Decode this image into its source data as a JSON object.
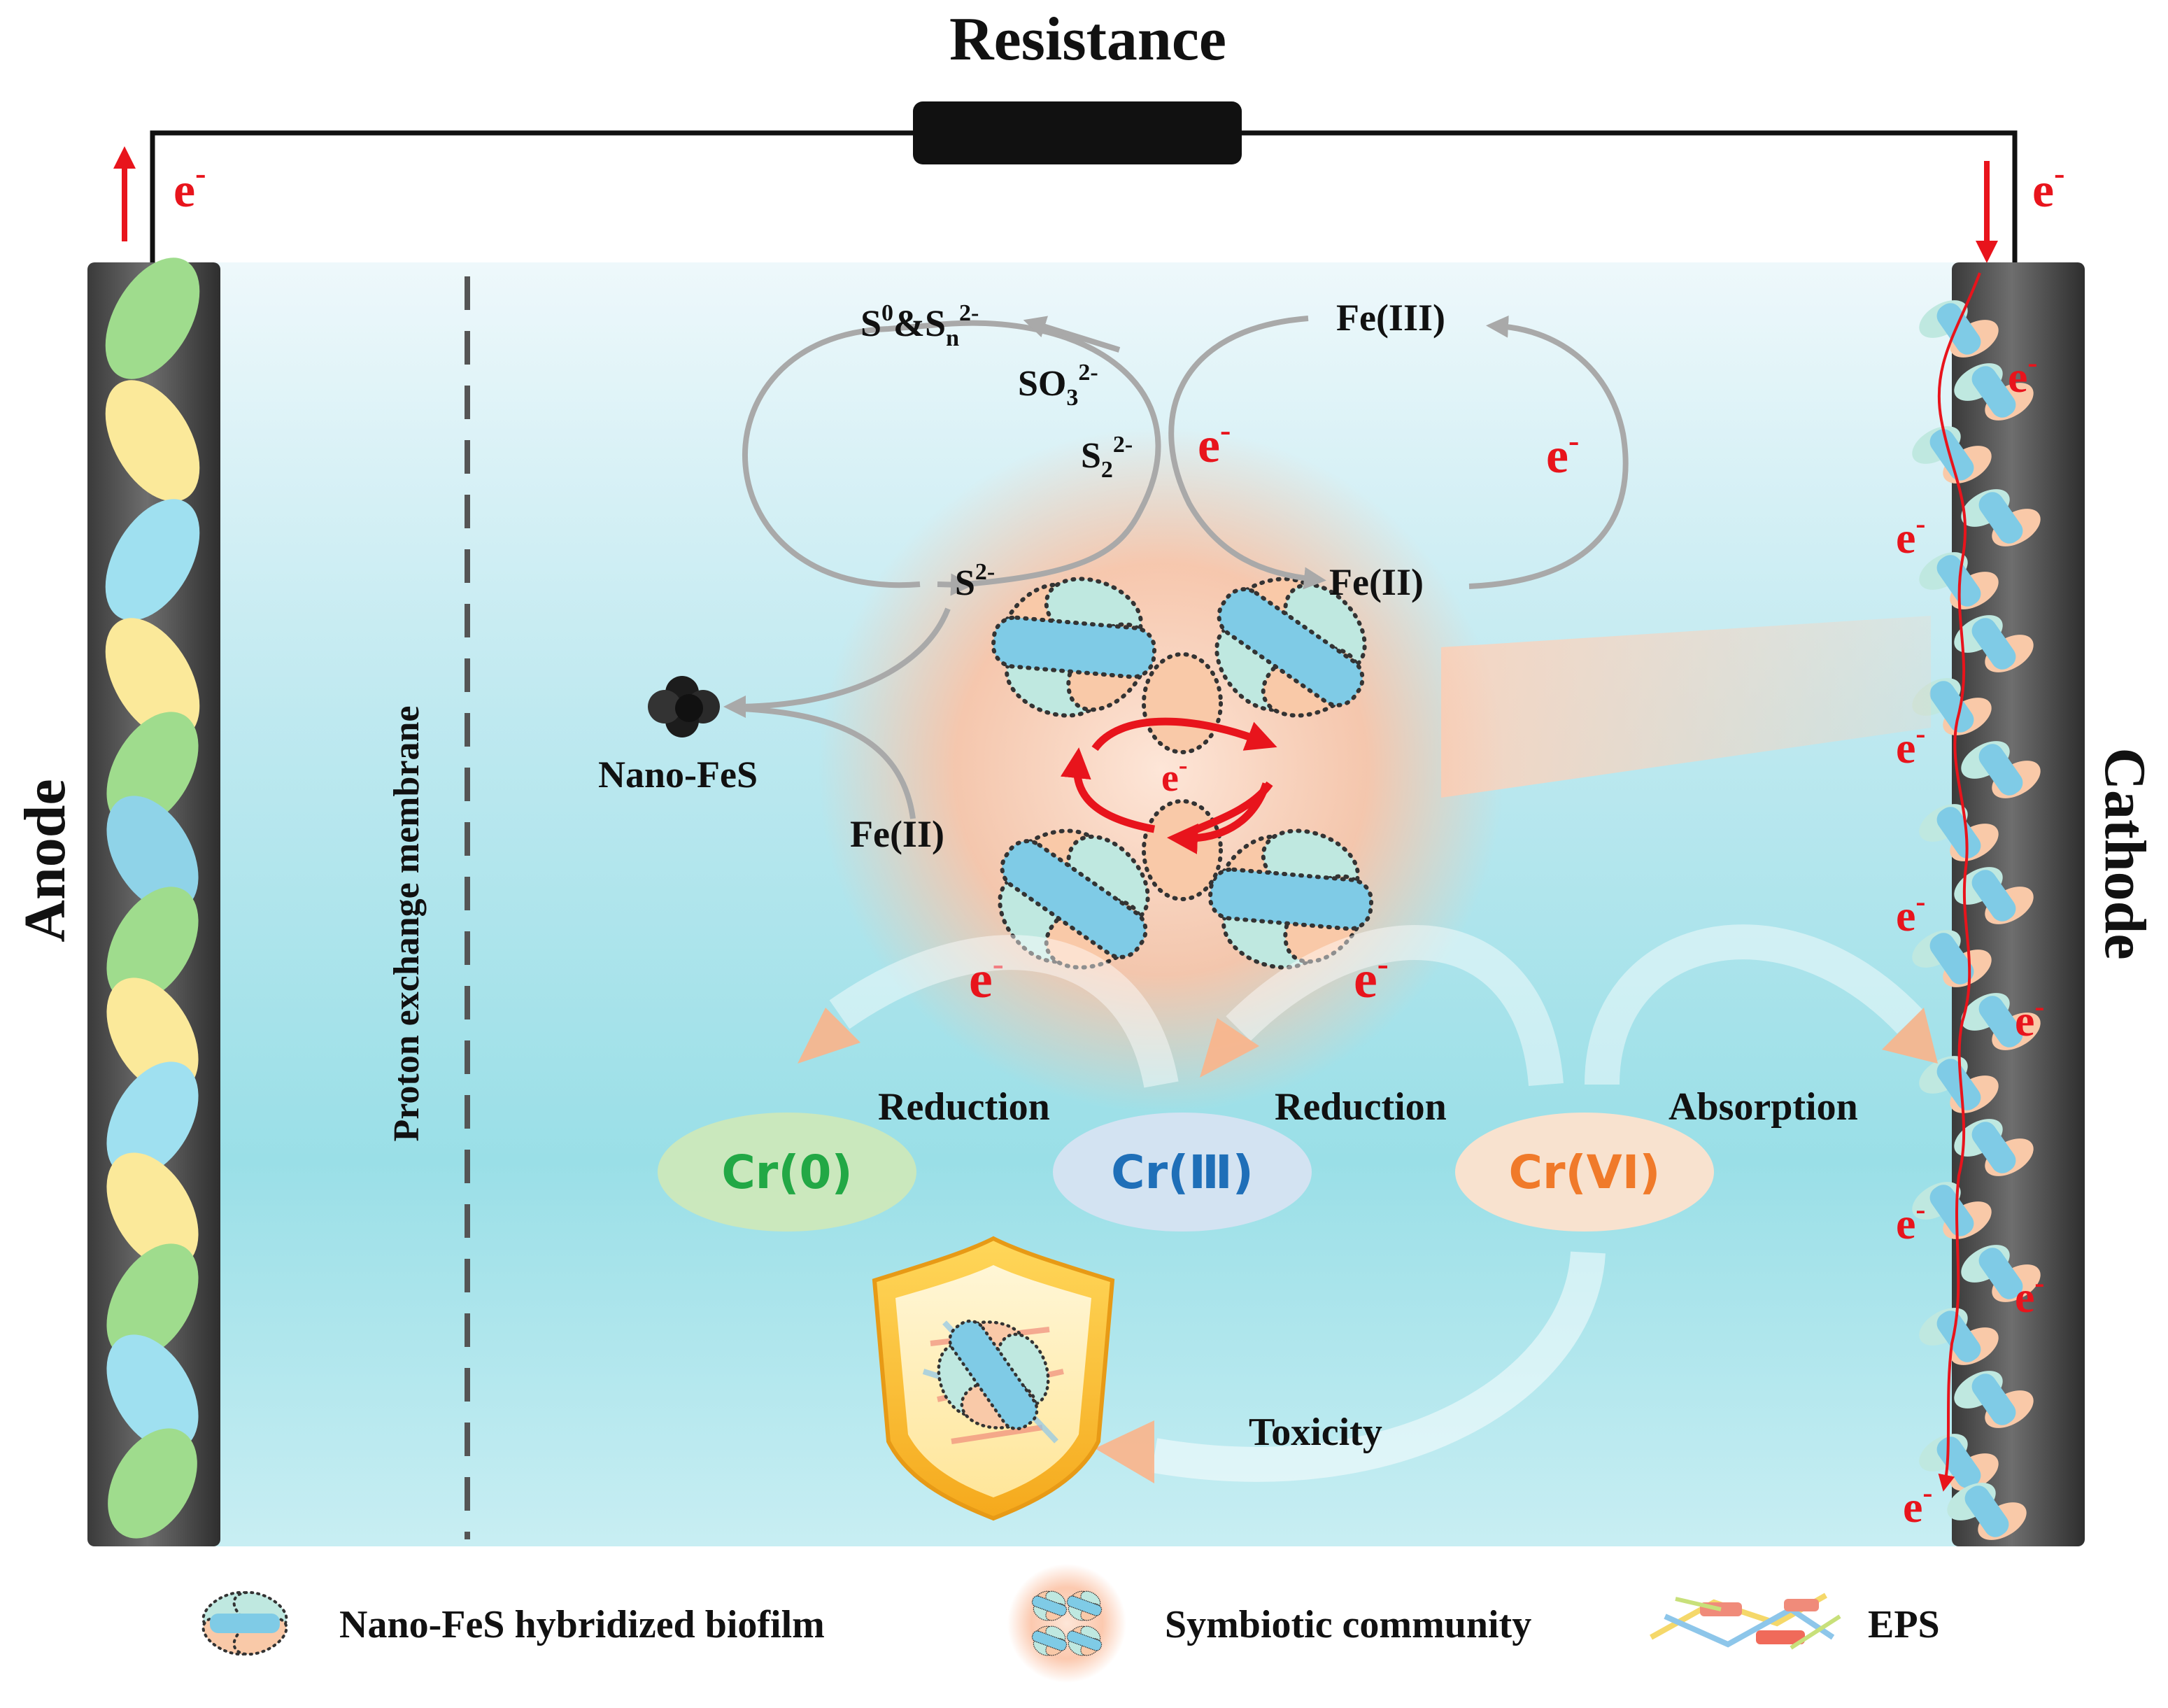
{
  "header": {
    "title": "Resistance"
  },
  "electrodes": {
    "anode": "Anode",
    "cathode": "Cathode"
  },
  "membrane": {
    "label": "Proton exchange membrane"
  },
  "electron": {
    "symbol": "e",
    "charge": "-"
  },
  "sulfur_cycle": {
    "s0": "S",
    "s0_sup": "0",
    "amp": "&",
    "sn": "S",
    "sn_sub": "n",
    "sn_sup": "2-",
    "so3": "SO",
    "so3_sub": "3",
    "so3_sup": "2-",
    "s2": "S",
    "s2_sub": "2",
    "s2_sup": "2-",
    "sulfide": "S",
    "sulfide_sup": "2-"
  },
  "iron_cycle": {
    "fe3": "Fe(III)",
    "fe2": "Fe(II)",
    "fe2_lower": "Fe(II)"
  },
  "nano_fes": "Nano-FeS",
  "chromium": {
    "cr0": "Cr(0)",
    "cr3": "Cr(Ⅲ)",
    "cr6": "Cr(VI)",
    "reduction_1": "Reduction",
    "reduction_2": "Reduction",
    "absorption": "Absorption",
    "toxicity": "Toxicity",
    "colors": {
      "cr0": "#22a845",
      "cr3": "#1f6fb8",
      "cr6": "#f07a2a"
    }
  },
  "legend": {
    "items": [
      {
        "label": "Nano-FeS hybridized biofilm",
        "icon": "hybrid-biofilm-icon"
      },
      {
        "label": "Symbiotic community",
        "icon": "symbiotic-community-icon"
      },
      {
        "label": "EPS",
        "icon": "eps-icon"
      }
    ]
  },
  "colors": {
    "electron": "#e8141c",
    "chamber_top": "#e9f6fb",
    "chamber_bottom": "#93dce6"
  }
}
